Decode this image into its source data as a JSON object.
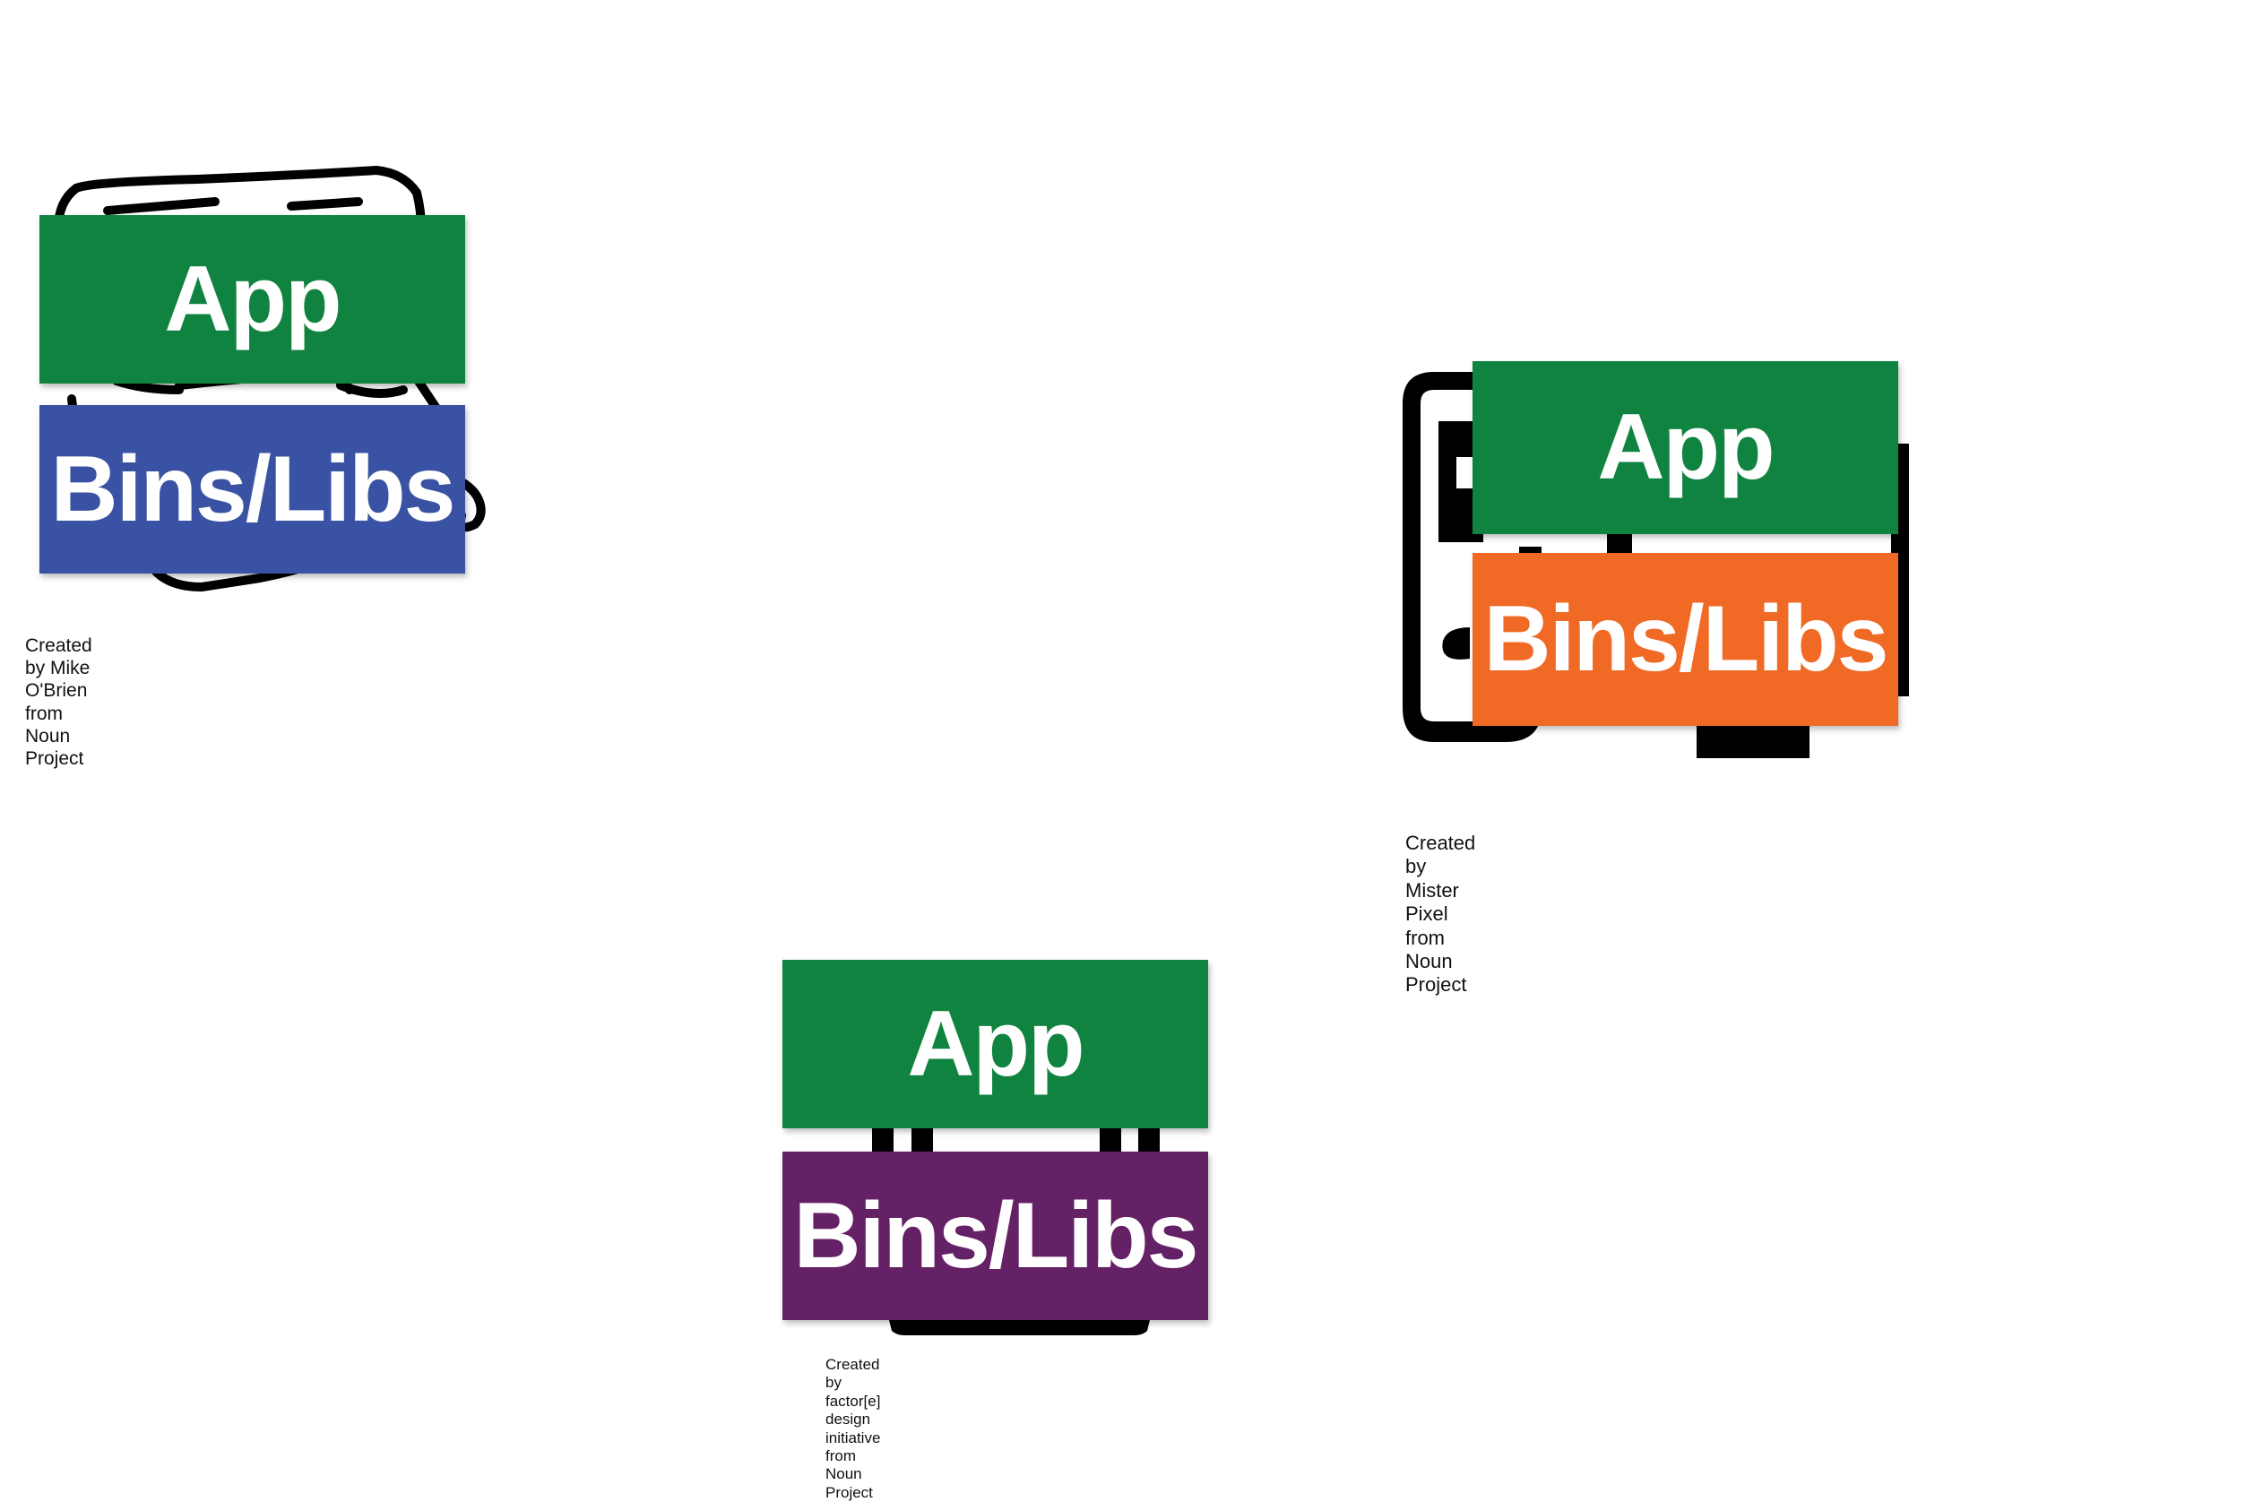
{
  "colors": {
    "app": "#108340",
    "libs_1": "#3A52A3",
    "libs_2": "#F06A25",
    "libs_3": "#642166",
    "icon": "#000000"
  },
  "stacks": [
    {
      "app_label": "App",
      "libs_label": "Bins/Libs",
      "background_icon": "hand-drawn-boxes-icon",
      "credit_line1": "Created by Mike O'Brien",
      "credit_line2": "from Noun Project"
    },
    {
      "app_label": "App",
      "libs_label": "Bins/Libs",
      "background_icon": "server-rack-icon",
      "credit_line1": "Created by Mister Pixel",
      "credit_line2": "from Noun Project"
    },
    {
      "app_label": "App",
      "libs_label": "Bins/Libs",
      "background_icon": "container-icon",
      "credit_line1": "Created by factor[e] design initiative",
      "credit_line2": "from Noun Project"
    }
  ]
}
